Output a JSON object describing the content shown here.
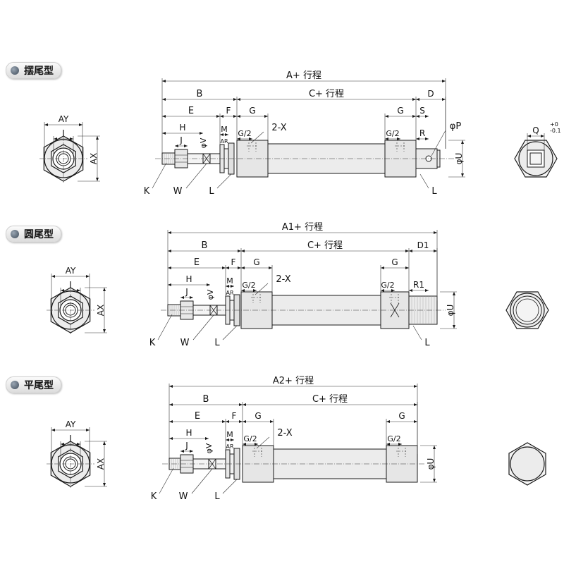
{
  "sections": [
    {
      "label": "摆尾型",
      "total": "A+ 行程",
      "stroke": "C+ 行程",
      "dims": {
        "B": "B",
        "E": "E",
        "F": "F",
        "G": "G",
        "G2": "G/2",
        "H": "H",
        "J": "J",
        "M": "M",
        "AR": "AR",
        "V": "φV",
        "X": "2-X",
        "K": "K",
        "W": "W",
        "L": "L",
        "U": "φU",
        "D": "D",
        "S": "S",
        "R": "R",
        "P": "φP"
      },
      "side": {
        "AY": "AY",
        "I": "I",
        "AX": "AX"
      },
      "end": {
        "Q": "Q",
        "Qtol_plus": "+0",
        "Qtol_minus": "-0.1"
      }
    },
    {
      "label": "圆尾型",
      "total": "A1+ 行程",
      "stroke": "C+ 行程",
      "dims": {
        "B": "B",
        "E": "E",
        "F": "F",
        "G": "G",
        "G2": "G/2",
        "H": "H",
        "J": "J",
        "M": "M",
        "AR": "AR",
        "V": "φV",
        "X": "2-X",
        "K": "K",
        "W": "W",
        "L": "L",
        "U": "φU",
        "D": "D1",
        "R": "R1"
      },
      "side": {
        "AY": "AY",
        "I": "I",
        "AX": "AX"
      }
    },
    {
      "label": "平尾型",
      "total": "A2+ 行程",
      "stroke": "C+ 行程",
      "dims": {
        "B": "B",
        "E": "E",
        "F": "F",
        "G": "G",
        "G2": "G/2",
        "H": "H",
        "J": "J",
        "M": "M",
        "AR": "AR",
        "V": "φV",
        "X": "2-X",
        "K": "K",
        "W": "W",
        "L": "L",
        "U": "φU"
      },
      "side": {
        "AY": "AY",
        "I": "I",
        "AX": "AX"
      }
    }
  ],
  "colors": {
    "line": "#1a1a1a",
    "body": "#e4e4e4",
    "dim": "#333333"
  }
}
